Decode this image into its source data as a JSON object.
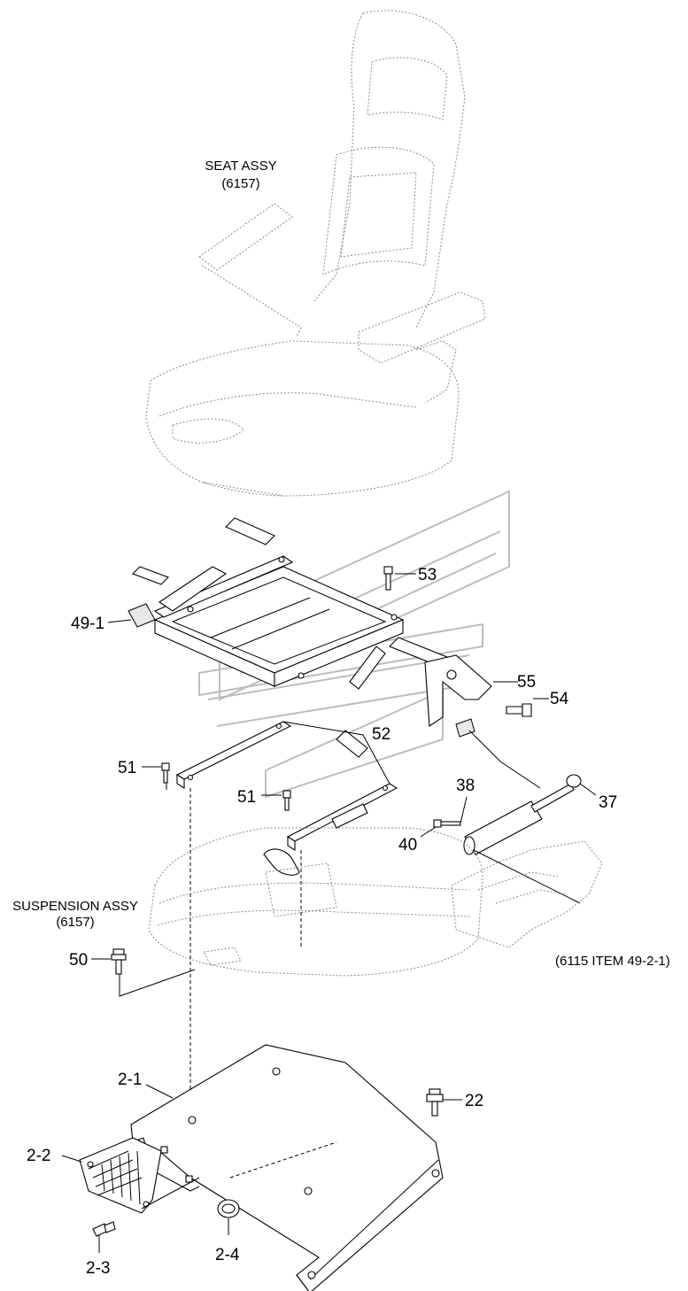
{
  "assemblies": {
    "seat": {
      "name": "SEAT ASSY",
      "ref": "(6157)"
    },
    "suspension": {
      "name": "SUSPENSION ASSY",
      "ref": "(6157)"
    },
    "external": {
      "ref": "(6115 ITEM 49-2-1)"
    }
  },
  "callouts": {
    "c53": "53",
    "c49_1": "49-1",
    "c55": "55",
    "c54": "54",
    "c52": "52",
    "c51a": "51",
    "c51b": "51",
    "c38": "38",
    "c37": "37",
    "c40": "40",
    "c50": "50",
    "c2_1": "2-1",
    "c22": "22",
    "c2_2": "2-2",
    "c2_3": "2-3",
    "c2_4": "2-4"
  }
}
